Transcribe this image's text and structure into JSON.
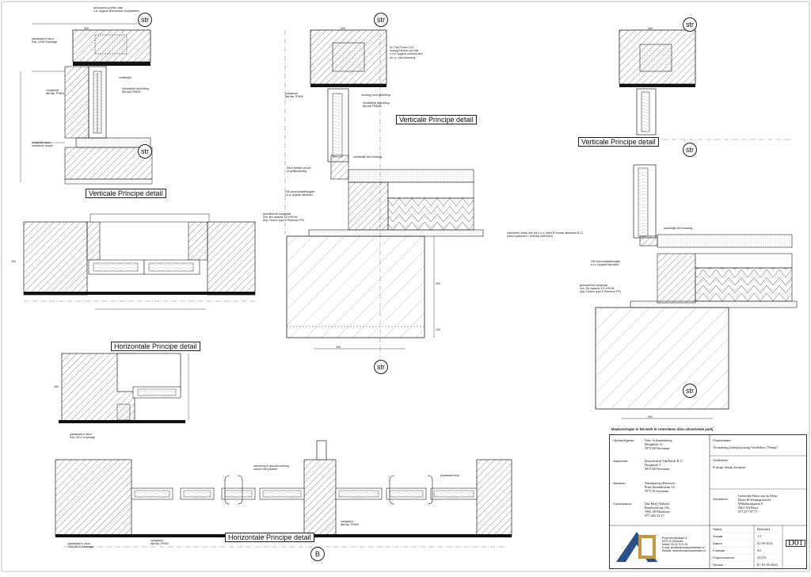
{
  "markers": {
    "str": "str",
    "b": "B"
  },
  "titles": {
    "vert_detail_1": "Verticale Principe detail",
    "vert_detail_2": "Verticale Principe detail",
    "vert_detail_3": "Verticale Principe detail",
    "horiz_detail_1": "Horizontale Principe detail",
    "horiz_detail_2": "Horizontale Principe detail"
  },
  "notes": {
    "n1": "lacherwerk prefab. kaar\nc.w. opgave leverancier kozijnstellen",
    "n2": "plaatstaal in lakur\nRAL 1099 Gripbeige",
    "n3": "voegband\nillbruck TP600",
    "n4": "zoutkozijn",
    "n5": "luchtdichte afdichting\nillbruck PM630",
    "n6": "verlijmde naad\nhardsteen dorpel",
    "n7": "voegband\nillbruck TP600",
    "n8": "3x 70x170mm C24\nrivatag 160mm per rijle\nc.u.v. opgave constructeur\nen i.c. met lochering",
    "n9": "voeding hout afdichting",
    "n10": "luchtdichte afdichting\nillbruck PM630",
    "n11": "randkelijk met klossing",
    "n12": "Sevo prefab dorpel\nof gelijkwaardig",
    "n13": "GB kolom/plaatbeugels\nt.o.v. opgave fabrikant",
    "n14": "geisolleerde kantplaat\nmin. Rd-waarde 3,5 m²K/W\n(bijv. Derein type 6 Premium PP)",
    "n15": "randkelijk met klossing",
    "n16": "hardsteen onder alle kol (t.o.v. Merk B-bouwe afwerken B-C)\n(steen opkanten / anti slip uitvoeren)",
    "n17": "GB kolom/plaatbeugels\nt.o.v. opgave fabrikant",
    "n18": "geisolleerde kantplaat\nmin. Rd-waarde 3,5 m²K/W\n(bijv. Derein type 6 Premium PP)",
    "n19": "plaatstaal in lakur\nRAL 9010 Gripbeige",
    "n20": "plaatstaal in lakur\nRAL 9010 Gripbeige",
    "n21": "voegband\nillbruck TP600",
    "n22": "uitvoering in gecoat-werking\nsamen met partner",
    "n23": "voegband\nillbruck TP600",
    "n24": "plaatstaal kleur",
    "bottom_note": "Maatvoeringen in het werk te controleren door uitvoerende partij"
  },
  "dims": {
    "d1": "300",
    "d2": "300",
    "d3": "400",
    "d4": "300",
    "d5": "300",
    "d6": "400",
    "d7": "100",
    "d8": "400",
    "d9": "300"
  },
  "titleblock": {
    "opdrachtgever_label": "Opdrachtgever:",
    "opdrachtgever_val": "Fam. Schrandenberg\nHoogbeek 12\n5973 MJ Sevenum",
    "aannemer_label": "Aannemer:",
    "aannemer_val": "Bouwbedrijf Van Eerde B.V.\nHoogbeek 3\n5973 MJ Sevenum",
    "adviseur_label": "Adviseur:",
    "adviseur_val": "Tekenbureau Dreessen\nPrins Hendrikstraat 12\n5973 JS Sevenum",
    "constructeur_label": "Constructeur:",
    "constructeur_val": "Van Meijl Verbeek\nBaarlosestraat 19a\n5995 AP Maasbree\n077-465 24 17",
    "projectnaam_label": "Projectnaam:",
    "projectnaam_val": "Verandering bedrijfswoning 'Veederbos 1 Ponije'",
    "onderdeel_label": "Onderdeel:",
    "onderdeel_val": "Principe details kozijnen",
    "gemeente_label": "Gemeente:",
    "gemeente_val": "Gemeente Horst aan de Maas\nBouw & Woningtoezicht\nWilhelminaplein 6\n5961 AA Horst\n077 477 97 77",
    "status_label": "Status",
    "status_val": "Definitief",
    "schaal_label": "Schaal",
    "schaal_val": "1:5",
    "datum_label": "Datum",
    "datum_val": "01-05-2024",
    "formaat_label": "Formaat",
    "formaat_val": "A1",
    "projectnummer_label": "Projectnummer",
    "projectnummer_val": "23.015",
    "revisie_label": "Revisie",
    "revisie_val": "B / 01-05-2024",
    "sheet_no": "D01",
    "company_text": "Prins Hendrikstraat 12\n5973 JS Sevenum\nMobiel: 06 24 74 31 61\nE-mail: info@tekenbureaudreessen.nl\nWebsite: www.tekenbureaudreessen.nl"
  }
}
